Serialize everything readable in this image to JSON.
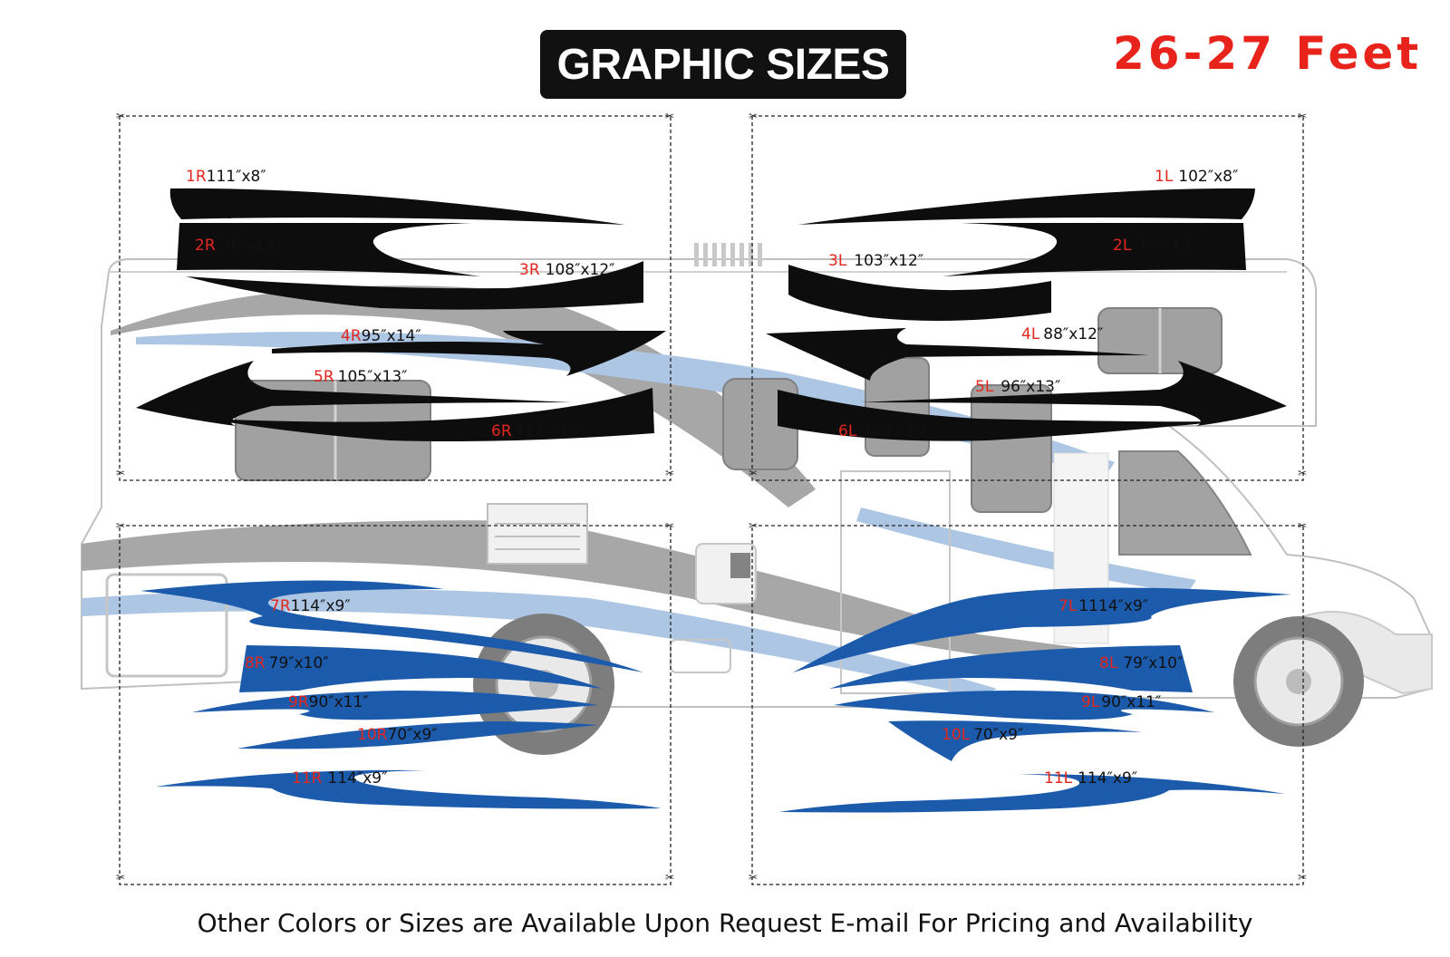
{
  "header": {
    "title": "GRAPHIC SIZES",
    "size_label": "26-27 Feet"
  },
  "footer": {
    "note": "Other Colors or Sizes are Available Upon Request E-mail For Pricing and Availability"
  },
  "colors": {
    "title_bg": "#111111",
    "accent_red": "#e8231b",
    "black_graphic": "#0d0d0d",
    "blue_graphic": "#1c5bab",
    "rv_light_blue": "#a9c3e3",
    "rv_gray": "#a3a3a3"
  },
  "graphics": {
    "1R": {
      "code": "1R",
      "size": "111″x8″"
    },
    "2R": {
      "code": "2R",
      "size": "76″x14″"
    },
    "3R": {
      "code": "3R",
      "size": "108″x12″"
    },
    "4R": {
      "code": "4R",
      "size": "95″x14″"
    },
    "5R": {
      "code": "5R",
      "size": "105″x13″"
    },
    "6R": {
      "code": "6R",
      "size": "111″x15″"
    },
    "1L": {
      "code": "1L",
      "size": "102″x8″"
    },
    "2L": {
      "code": "2L",
      "size": "70″x13″"
    },
    "3L": {
      "code": "3L",
      "size": "103″x12″"
    },
    "4L": {
      "code": "4L",
      "size": "88″x12″"
    },
    "5L": {
      "code": "5L",
      "size": "96″x13″"
    },
    "6L": {
      "code": "6L",
      "size": "100″x13″"
    },
    "7R": {
      "code": "7R",
      "size": "114″x9″"
    },
    "8R": {
      "code": "8R",
      "size": "79″x10″"
    },
    "9R": {
      "code": "9R",
      "size": "90″x11″"
    },
    "10R": {
      "code": "10R",
      "size": "70″x9″"
    },
    "11R": {
      "code": "11R",
      "size": "114″x9″"
    },
    "7L": {
      "code": "7L",
      "size": "1114″x9″"
    },
    "8L": {
      "code": "8L",
      "size": "79″x10″"
    },
    "9L": {
      "code": "9L",
      "size": "90″x11″"
    },
    "10L": {
      "code": "10L",
      "size": "70″x9″"
    },
    "11L": {
      "code": "11L",
      "size": "114″x9″"
    }
  }
}
